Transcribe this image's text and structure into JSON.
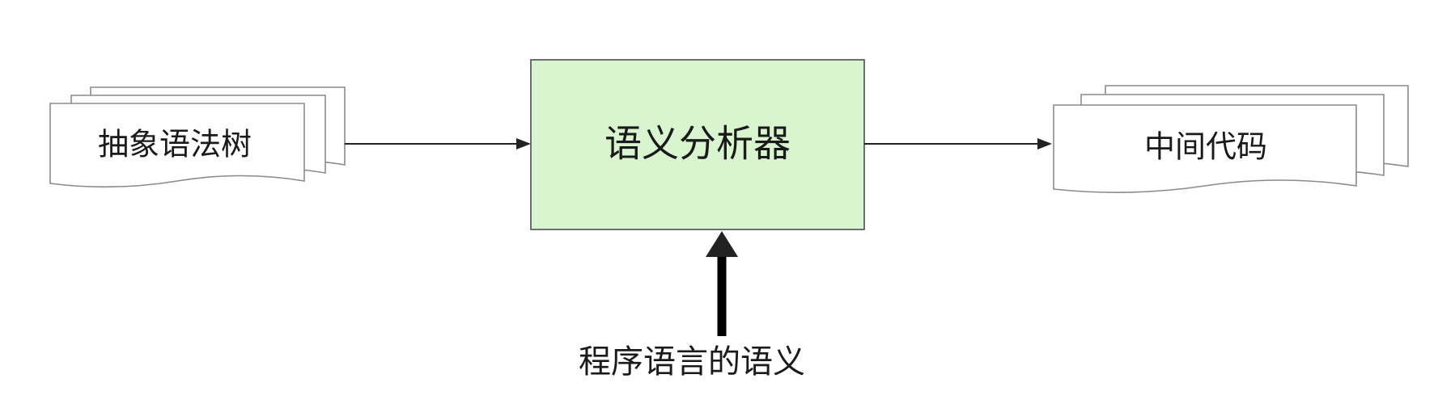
{
  "diagram": {
    "input_document": {
      "label": "抽象语法树"
    },
    "processor": {
      "label": "语义分析器",
      "fill_color": "#d9f5d0"
    },
    "output_document": {
      "label": "中间代码"
    },
    "semantic_input": {
      "label": "程序语言的语义"
    }
  }
}
